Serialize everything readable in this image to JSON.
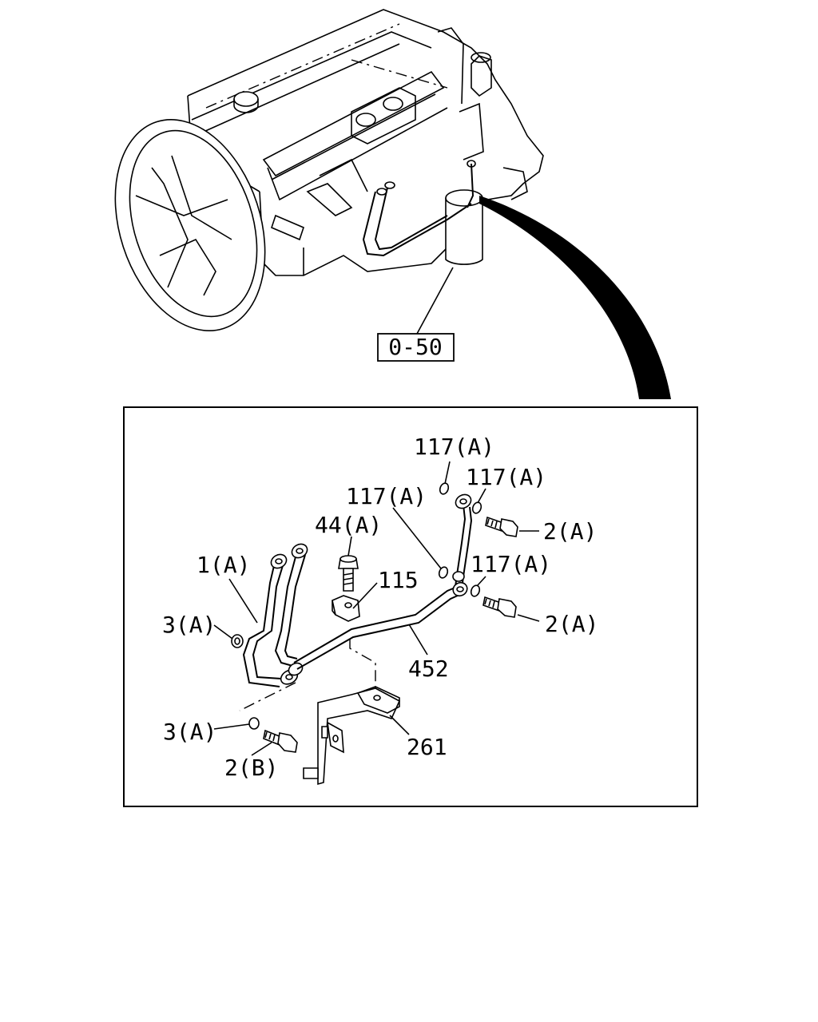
{
  "reference_box": {
    "label": "0-50"
  },
  "callouts": {
    "c117a_top": "117(A)",
    "c117a_right_top": "117(A)",
    "c117a_mid": "117(A)",
    "c117a_right_mid": "117(A)",
    "c44a": "44(A)",
    "c1a": "1(A)",
    "c115": "115",
    "c3a_upper": "3(A)",
    "c2a_upper": "2(A)",
    "c2a_lower": "2(A)",
    "c452": "452",
    "c3a_lower": "3(A)",
    "c261": "261",
    "c2b": "2(B)"
  },
  "colors": {
    "line": "#000000",
    "background": "#ffffff"
  }
}
